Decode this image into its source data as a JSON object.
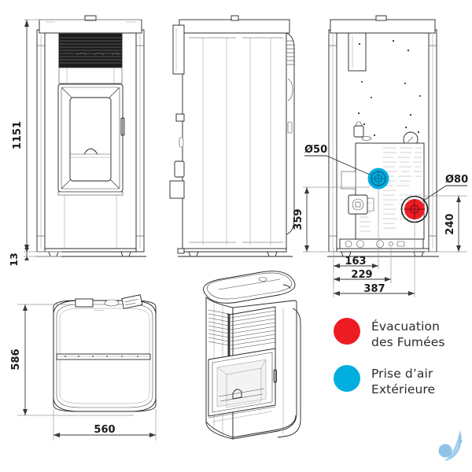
{
  "document": {
    "kind": "technical-dimension-drawing",
    "subject": "pellet stove",
    "units": "mm"
  },
  "views": {
    "front": {
      "name": "front-elevation"
    },
    "side": {
      "name": "side-elevation"
    },
    "rear": {
      "name": "rear-elevation"
    },
    "top": {
      "name": "top-plan"
    },
    "perspective": {
      "name": "isometric-3d-view"
    }
  },
  "dimensions": {
    "front_height": "1151",
    "front_foot": "13",
    "top_depth": "586",
    "top_width": "560",
    "rear_height_359": "359",
    "rear_height_240": "240",
    "rear_width_163": "163",
    "rear_width_229": "229",
    "rear_width_387": "387"
  },
  "callouts": {
    "air_inlet_diameter": "Ø50",
    "flue_outlet_diameter": "Ø80"
  },
  "legend": {
    "items": [
      {
        "color": "#ED1C24",
        "line1": "Évacuation",
        "line2": "des Fumées",
        "name": "flue-gas-exhaust"
      },
      {
        "color": "#00AEE0",
        "line1": "Prise d’air",
        "line2": "Extérieure",
        "name": "external-air-intake"
      }
    ]
  },
  "watermark": {
    "name": "droplet-logo",
    "color": "#8FC4E8"
  },
  "colors": {
    "red": "#ED1C24",
    "blue": "#00AEE0",
    "line": "#232323",
    "dim": "#1b1b1b",
    "background": "#ffffff"
  }
}
